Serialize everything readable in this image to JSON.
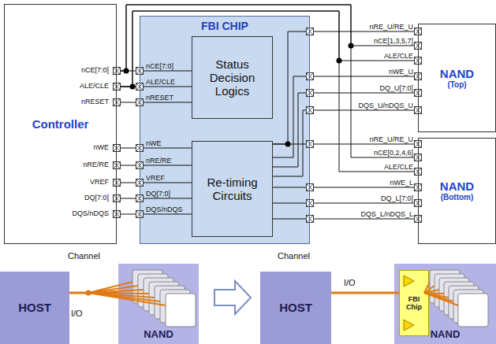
{
  "diagram": {
    "nodes": [
      {
        "text": [
          "Controller"
        ]
      },
      {
        "text": [
          "FBI CHIP"
        ]
      },
      {
        "text": [
          "Status Decision Logics"
        ],
        "in": 1
      },
      {
        "text": [
          "Re-timing Circuits"
        ],
        "in": 1
      },
      {
        "text": [
          "NAND",
          "(Top)"
        ]
      },
      {
        "text": [
          "NAND",
          "(Bottom)"
        ]
      },
      {
        "text": [
          "HOST"
        ]
      },
      {
        "text": [
          "NAND"
        ]
      },
      {
        "text": [
          "HOST"
        ]
      },
      {
        "text": [
          "NAND"
        ]
      },
      {
        "text": [
          "FBI Chip"
        ],
        "in": 9
      }
    ],
    "edges": [
      {
        "from": 0,
        "to": 1,
        "arrow": "none"
      },
      {
        "from": 0,
        "to": 1,
        "arrow": "none"
      },
      {
        "from": 0,
        "to": 1,
        "arrow": "none"
      },
      {
        "from": 0,
        "to": 1,
        "arrow": "none"
      },
      {
        "from": 0,
        "to": 1,
        "arrow": "none"
      },
      {
        "from": 0,
        "to": 1,
        "arrow": "none"
      },
      {
        "from": 0,
        "to": 1,
        "arrow": "none"
      },
      {
        "from": 0,
        "to": 1,
        "arrow": "none"
      },
      {
        "from": 1,
        "to": 2,
        "arrow": "none"
      },
      {
        "from": 1,
        "to": 2,
        "arrow": "none"
      },
      {
        "from": 1,
        "to": 2,
        "arrow": "none"
      },
      {
        "from": 1,
        "to": 3,
        "arrow": "none"
      },
      {
        "from": 1,
        "to": 3,
        "arrow": "none"
      },
      {
        "from": 1,
        "to": 3,
        "arrow": "none"
      },
      {
        "from": 1,
        "to": 3,
        "arrow": "none"
      },
      {
        "from": 1,
        "to": 3,
        "arrow": "none"
      },
      {
        "from": 0,
        "to": 4,
        "arrow": "none"
      },
      {
        "from": 0,
        "to": 5,
        "arrow": "none"
      },
      {
        "from": 0,
        "to": 4,
        "arrow": "none"
      },
      {
        "from": 0,
        "to": 5,
        "arrow": "none"
      },
      {
        "from": 3,
        "to": 4,
        "arrow": "none"
      },
      {
        "from": 3,
        "to": 5,
        "arrow": "none"
      },
      {
        "from": 3,
        "to": 4,
        "arrow": "none"
      },
      {
        "from": 3,
        "to": 4,
        "arrow": "none"
      },
      {
        "from": 3,
        "to": 4,
        "arrow": "none"
      },
      {
        "from": 3,
        "to": 5,
        "arrow": "none"
      },
      {
        "from": 3,
        "to": 5,
        "arrow": "none"
      },
      {
        "from": 3,
        "to": 5,
        "arrow": "none"
      },
      {
        "from": 6,
        "to": 7,
        "arrow": "none"
      },
      {
        "from": 8,
        "to": 10,
        "arrow": "none"
      }
    ],
    "labels": [
      "nCE[7:0]",
      "ALE/CLE",
      "nRESET",
      "nWE",
      "nRE/RE",
      "VREF",
      "DQ[7:0]",
      "DQS/nDQS",
      "nCE[7:0]",
      "ALE/CLE",
      "nRESET",
      "nWE",
      "nRE/RE",
      "VREF",
      "DQ[7:0]",
      "DQS/nDQS",
      "nRE_U/RE_U",
      "nCE[1,3,5,7]",
      "ALE/CLE",
      "nWE_U",
      "DQ_U[7:0]",
      "DQS_U/nDQS_U",
      "nRE_U/RE_U",
      "nCE[0,2,4,6]",
      "ALE/CLE",
      "nWE_L",
      "DQ_L[7:0]",
      "DQS_L/nDQS_L",
      "Channel",
      "I/O",
      "Channel",
      "I/O"
    ]
  }
}
